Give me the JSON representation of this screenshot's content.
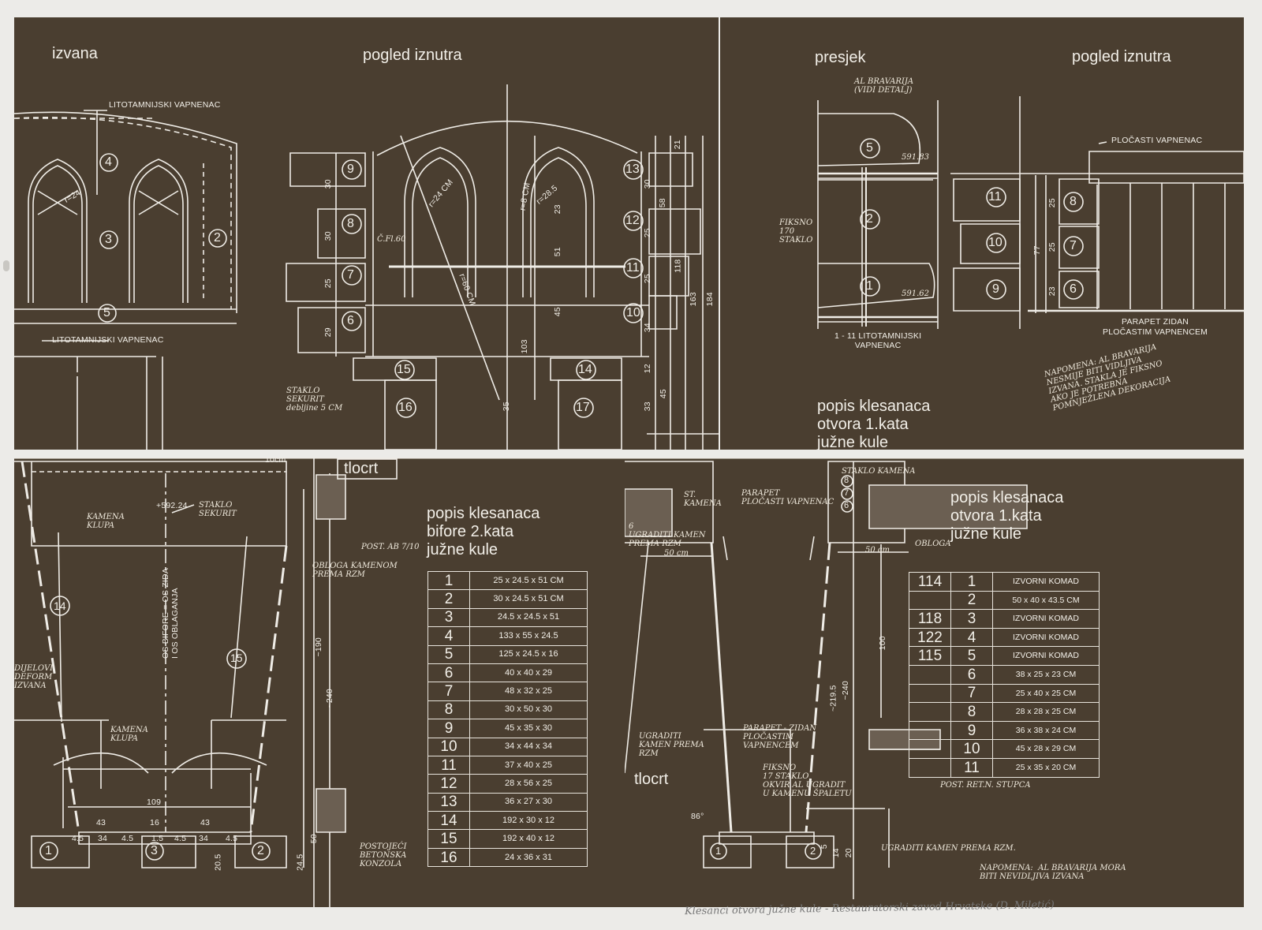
{
  "top_left": {
    "label_izvana": "izvana",
    "label_pogled": "pogled iznutra",
    "note_lito_top": "LITOTAMNIJSKI VAPNENAC",
    "note_lito_bottom": "LITOTAMNIJSKI VAPNENAC",
    "note_staklo": "STAKLO\nSEKURIT\ndebljine 5 CM",
    "note_cf": "Č.Fl.60",
    "dims": [
      "30",
      "30",
      "25",
      "29",
      "30",
      "25",
      "25",
      "34",
      "12",
      "33",
      "45",
      "21",
      "58",
      "118",
      "163",
      "184",
      "35",
      "103",
      "51",
      "45",
      "r=24",
      "r=24 CM",
      "r=28.5",
      "r=8 CM",
      "r=60 CM",
      "23"
    ],
    "stones": [
      "9",
      "8",
      "7",
      "6",
      "13",
      "12",
      "11",
      "10",
      "15",
      "16",
      "14",
      "17",
      "4",
      "3",
      "2",
      "5"
    ]
  },
  "top_right": {
    "label_presjek": "presjek",
    "label_pogled": "pogled iznutra",
    "note_al": "AL BRAVARIJA\n(VIDI DETALJ)",
    "note_elev1": "591.83",
    "note_elev2": "591.62",
    "note_fiksno": "FIKSNO\n170\nSTAKLO",
    "note_lito": "1 - 11 LITOTAMNIJSKI\nVAPNENAC",
    "note_plocasti": "PLOČASTI VAPNENAC",
    "note_parapet": "PARAPET ZIDAN\nPLOČASTIM VAPNENCEM",
    "note_napomena": "NAPOMENA: AL BRAVARIJA\nNESMIJE BITI VIDLJIVA\nIZVANA. STAKLA JE FIKSNO\nAKO JE POTREBNA\nPOMNJEŽLENA DEKORACIJA",
    "title": [
      "popis klesanaca",
      "otvora 1.kata",
      "južne kule"
    ],
    "dims": [
      "25",
      "25",
      "23",
      "77"
    ],
    "stones": [
      "5",
      "2",
      "1",
      "11",
      "10",
      "9",
      "8",
      "7",
      "6"
    ]
  },
  "bottom_left": {
    "label_tlocrt": "tlocrt",
    "title": [
      "popis klesanaca",
      "bifore 2.kata",
      "južne kule"
    ],
    "note_kamena_klupa": "KAMENA\nKLUPA",
    "note_staklo": "STAKLO\nSEKURIT",
    "note_elev": "+592.24",
    "note_os": "OS BIFORE = OS ZIDA\nI OS OBLAGANJA",
    "note_post": "POST. AB 7/10",
    "note_obloga": "OBLOGA KAMENOM\nPREMA RZM",
    "note_dijelovi": "DIJELOVI\nDEFORM\nIZVANA",
    "note_kamena_klupa2": "KAMENA\nKLUPA",
    "note_postojeci": "POSTOJEĆI\nBETONSKA\nKONZOLA",
    "dims": [
      "109",
      "43",
      "16",
      "43",
      "4.5",
      "34",
      "4.5",
      "1.5",
      "4.5",
      "34",
      "4.5",
      "~190",
      "~240",
      "50",
      "24.5",
      "20.5",
      "10cm"
    ],
    "table": [
      [
        "1",
        "25 x 24.5 x 51 CM"
      ],
      [
        "2",
        "30 x 24.5 x 51 CM"
      ],
      [
        "3",
        "24.5 x 24.5 x 51"
      ],
      [
        "4",
        "133 x 55 x 24.5"
      ],
      [
        "5",
        "125 x 24.5 x 16"
      ],
      [
        "6",
        "40 x 40 x 29"
      ],
      [
        "7",
        "48 x 32 x 25"
      ],
      [
        "8",
        "30 x 50 x 30"
      ],
      [
        "9",
        "45 x 35 x 30"
      ],
      [
        "10",
        "34 x 44 x 34"
      ],
      [
        "11",
        "37 x 40 x 25"
      ],
      [
        "12",
        "28 x 56 x 25"
      ],
      [
        "13",
        "36 x 27 x 30"
      ],
      [
        "14",
        "192 x 30 x 12"
      ],
      [
        "15",
        "192 x 40 x 12"
      ],
      [
        "16",
        "24 x 36 x 31"
      ]
    ],
    "stones": [
      "1",
      "3",
      "2",
      "15",
      "14"
    ]
  },
  "bottom_right": {
    "label_tlocrt": "tlocrt",
    "title": [
      "popis klesanaca",
      "otvora 1.kata",
      "južne kule"
    ],
    "note_parapet": "PARAPET\nPLOČASTI VAPNENAC",
    "note_st_kamena": "ST.\nKAMENA",
    "note_ugraditi": "6\nUGRADITI KAMEN\nPREMA RZM",
    "note_staklo_kamena": "STAKLO KAMENA",
    "note_obloga": "OBLOGA",
    "note_50_1": "50 cm",
    "note_50_2": "50 cm",
    "note_ugraditi2": "UGRADITI\nKAMEN PREMA\nRZM",
    "note_parapet_zidan": "PARAPET - ZIDAN\nPLOČASTIM\nVAPNENCEM",
    "note_fiksno": "FIKSNO\n17 STAKLO\nOKVIR AL UGRADIT\nU KAMENU ŠPALETU",
    "note_post": "POST. RET.N. STUPCA",
    "note_ugraditi3": "UGRADITI KAMEN PREMA RZM.",
    "note_napomena": "NAPOMENA:  AL BRAVARIJA MORA\nBITI NEVIDLJIVA IZVANA",
    "dims": [
      "~219.5",
      "~240",
      "100",
      "86°",
      "5",
      "14",
      "20"
    ],
    "table": [
      [
        "114",
        "1",
        "IZVORNI KOMAD"
      ],
      [
        "",
        "2",
        "50 x 40 x 43.5 CM"
      ],
      [
        "118",
        "3",
        "IZVORNI KOMAD"
      ],
      [
        "122",
        "4",
        "IZVORNI KOMAD"
      ],
      [
        "115",
        "5",
        "IZVORNI KOMAD"
      ],
      [
        "",
        "6",
        "38 x 25 x 23 CM"
      ],
      [
        "",
        "7",
        "25 x 40 x 25 CM"
      ],
      [
        "",
        "8",
        "28 x 28 x 25 CM"
      ],
      [
        "",
        "9",
        "36 x 38 x 24 CM"
      ],
      [
        "",
        "10",
        "45 x 28 x 29 CM"
      ],
      [
        "",
        "11",
        "25 x 35 x 20 CM"
      ]
    ],
    "stones": [
      "1",
      "2",
      "8",
      "7",
      "6"
    ]
  },
  "caption": "Klesanci otvora južne kule - Restauratorski zavod Hrvatske (D. Miletić)",
  "colors": {
    "paper": "#4a3e30",
    "line": "#efece6",
    "background": "#ecebe8"
  }
}
